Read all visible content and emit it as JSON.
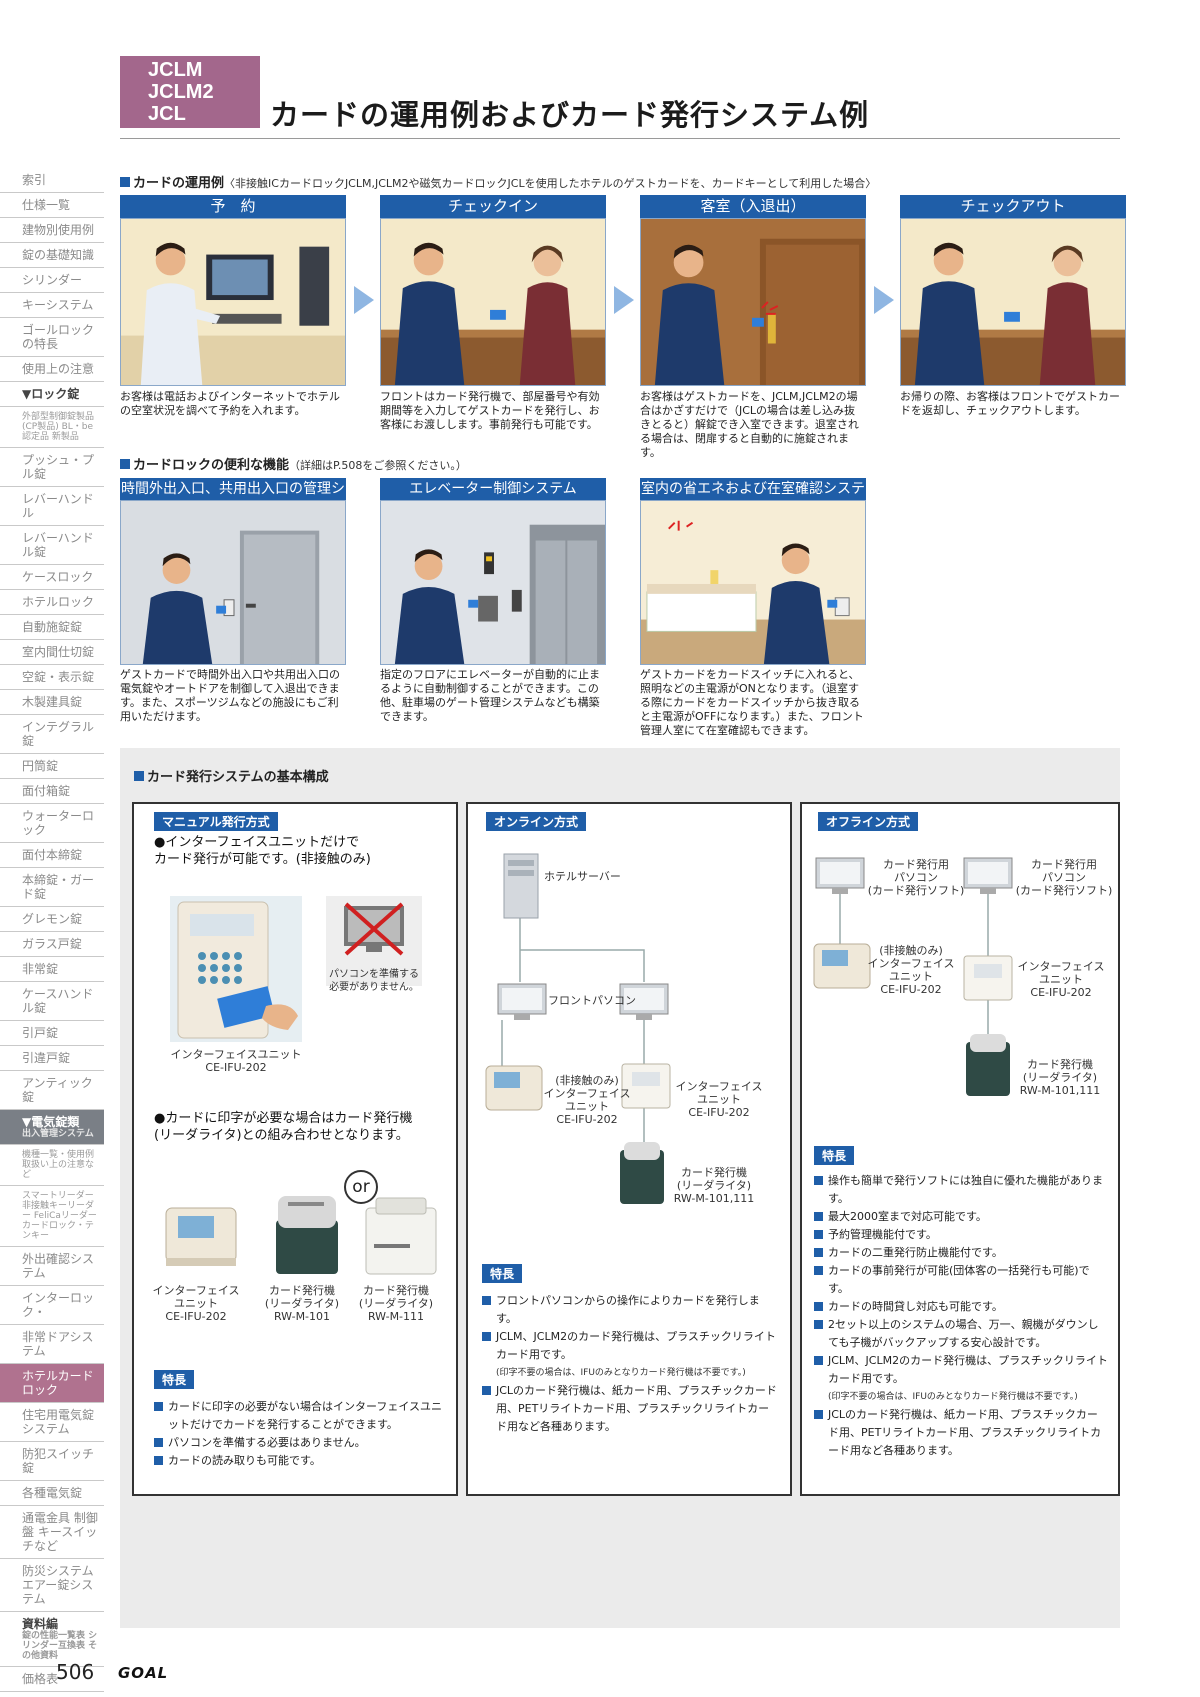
{
  "badge": [
    "JCLM",
    "JCLM2",
    "JCL"
  ],
  "title": "カードの運用例およびカード発行システム例",
  "sidebar": [
    {
      "label": "索引",
      "sub": "",
      "cls": ""
    },
    {
      "label": "仕様一覧",
      "sub": "",
      "cls": ""
    },
    {
      "label": "建物別使用例",
      "sub": "",
      "cls": ""
    },
    {
      "label": "錠の基礎知識",
      "sub": "",
      "cls": ""
    },
    {
      "label": "シリンダー",
      "sub": "",
      "cls": ""
    },
    {
      "label": "キーシステム",
      "sub": "",
      "cls": ""
    },
    {
      "label": "ゴールロックの特長",
      "sub": "",
      "cls": ""
    },
    {
      "label": "使用上の注意",
      "sub": "",
      "cls": ""
    },
    {
      "label": "▼ロック錠",
      "sub": "",
      "cls": "hdr"
    },
    {
      "label": "",
      "sub": "外部型制御錠製品 (CP製品) BL・be認定品 新製品",
      "cls": ""
    },
    {
      "label": "プッシュ・プル錠",
      "sub": "",
      "cls": ""
    },
    {
      "label": "レバーハンドル",
      "sub": "",
      "cls": ""
    },
    {
      "label": "レバーハンドル錠",
      "sub": "",
      "cls": ""
    },
    {
      "label": "ケースロック",
      "sub": "",
      "cls": ""
    },
    {
      "label": "ホテルロック",
      "sub": "",
      "cls": ""
    },
    {
      "label": "自動施錠錠",
      "sub": "",
      "cls": ""
    },
    {
      "label": "室内間仕切錠",
      "sub": "",
      "cls": ""
    },
    {
      "label": "空錠・表示錠",
      "sub": "",
      "cls": ""
    },
    {
      "label": "木製建具錠",
      "sub": "",
      "cls": ""
    },
    {
      "label": "インテグラル錠",
      "sub": "",
      "cls": ""
    },
    {
      "label": "円筒錠",
      "sub": "",
      "cls": ""
    },
    {
      "label": "面付箱錠",
      "sub": "",
      "cls": ""
    },
    {
      "label": "ウォーターロック",
      "sub": "",
      "cls": ""
    },
    {
      "label": "面付本締錠",
      "sub": "",
      "cls": ""
    },
    {
      "label": "本締錠・ガード錠",
      "sub": "",
      "cls": ""
    },
    {
      "label": "グレモン錠",
      "sub": "",
      "cls": ""
    },
    {
      "label": "ガラス戸錠",
      "sub": "",
      "cls": ""
    },
    {
      "label": "非常錠",
      "sub": "",
      "cls": ""
    },
    {
      "label": "ケースハンドル錠",
      "sub": "",
      "cls": ""
    },
    {
      "label": "引戸錠",
      "sub": "",
      "cls": ""
    },
    {
      "label": "引違戸錠",
      "sub": "",
      "cls": ""
    },
    {
      "label": "アンティック錠",
      "sub": "",
      "cls": ""
    },
    {
      "label": "▼電気錠類",
      "sub": "出入管理システム",
      "cls": "hdr2"
    },
    {
      "label": "",
      "sub": "機種一覧・使用例 取扱い上の注意など",
      "cls": ""
    },
    {
      "label": "",
      "sub": "スマートリーダー 非接触キーリーダー FeliCaリーダー カードロック・テンキー",
      "cls": ""
    },
    {
      "label": "外出確認システム",
      "sub": "",
      "cls": ""
    },
    {
      "label": "インターロック・",
      "sub": "",
      "cls": ""
    },
    {
      "label": "非常ドアシステム",
      "sub": "",
      "cls": ""
    },
    {
      "label": "ホテルカードロック",
      "sub": "",
      "cls": "active"
    },
    {
      "label": "住宅用電気錠システム",
      "sub": "",
      "cls": ""
    },
    {
      "label": "防犯スイッチ錠",
      "sub": "",
      "cls": ""
    },
    {
      "label": "各種電気錠",
      "sub": "",
      "cls": ""
    },
    {
      "label": "通電金具 制御盤 キースイッチなど",
      "sub": "",
      "cls": ""
    },
    {
      "label": "防災システム エアー錠システム",
      "sub": "",
      "cls": ""
    },
    {
      "label": "資料編",
      "sub": "錠の性能一覧表 シリンダー互換表 その他資料",
      "cls": "hdr"
    },
    {
      "label": "価格表",
      "sub": "",
      "cls": ""
    }
  ],
  "section1": {
    "label": "カードの運用例",
    "note": "〈非接触ICカードロックJCLM,JCLM2や磁気カードロックJCLを使用したホテルのゲストカードを、カードキーとして利用した場合〉"
  },
  "steps": [
    {
      "title": "予　約",
      "text": "お客様は電話およびインターネットでホテルの空室状況を調べて予約を入れます。"
    },
    {
      "title": "チェックイン",
      "text": "フロントはカード発行機で、部屋番号や有効期間等を入力してゲストカードを発行し、お客様にお渡しします。事前発行も可能です。"
    },
    {
      "title": "客室（入退出）",
      "text": "お客様はゲストカードを、JCLM,JCLM2の場合はかざすだけで（JCLの場合は差し込み抜きとると）解錠でき入室できます。退室される場合は、閉扉すると自動的に施錠されます。"
    },
    {
      "title": "チェックアウト",
      "text": "お帰りの際、お客様はフロントでゲストカードを返却し、チェックアウトします。"
    }
  ],
  "section2": {
    "label": "カードロックの便利な機能",
    "note": "（詳細はP.508をご参照ください。）"
  },
  "functions": [
    {
      "title": "時間外出入口、共用出入口の管理システム",
      "text": "ゲストカードで時間外出入口や共用出入口の電気錠やオートドアを制御して入退出できます。また、スポーツジムなどの施設にもご利用いただけます。"
    },
    {
      "title": "エレベーター制御システム",
      "text": "指定のフロアにエレベーターが自動的に止まるように自動制御することができます。この他、駐車場のゲート管理システムなども構築できます。"
    },
    {
      "title": "室内の省エネおよび在室確認システム",
      "text": "ゲストカードをカードスイッチに入れると、照明などの主電源がONとなります。（退室する際にカードをカードスイッチから抜き取ると主電源がOFFになります。）また、フロント管理人室にて在室確認もできます。"
    }
  ],
  "section3": {
    "label": "カード発行システムの基本構成"
  },
  "manual": {
    "tag": "マニュアル発行方式",
    "lead": "●インターフェイスユニットだけで\nカード発行が可能です。(非接触のみ)",
    "nopc": "パソコンを準備する\n必要がありません。",
    "ifu_caption": "インターフェイスユニット\nCE-IFU-202",
    "lead2": "●カードに印字が必要な場合はカード発行機\n(リーダライタ)との組み合わせとなります。",
    "or": "or",
    "dev1": "インターフェイス\nユニット\nCE-IFU-202",
    "dev2": "カード発行機\n(リーダライタ)\nRW-M-101",
    "dev3": "カード発行機\n(リーダライタ)\nRW-M-111",
    "feat_tag": "特長",
    "features": [
      "カードに印字の必要がない場合はインターフェイスユニットだけでカードを発行することができます。",
      "パソコンを準備する必要はありません。",
      "カードの読み取りも可能です。"
    ]
  },
  "online": {
    "tag": "オンライン方式",
    "server": "ホテルサーバー",
    "front_pc": "フロントパソコン",
    "ifu_left": "(非接触のみ)\nインターフェイス\nユニット\nCE-IFU-202",
    "ifu_right": "インターフェイス\nユニット\nCE-IFU-202",
    "rw": "カード発行機\n(リーダライタ)\nRW-M-101,111",
    "feat_tag": "特長",
    "features": [
      "フロントパソコンからの操作によりカードを発行します。",
      "JCLM、JCLM2のカード発行機は、プラスチックリライトカード用です。",
      "JCLのカード発行機は、紙カード用、プラスチックカード用、PETリライトカード用、プラスチックリライトカード用など各種あります。"
    ],
    "footnote": "(印字不要の場合は、IFUのみとなりカード発行機は不要です。)"
  },
  "offline": {
    "tag": "オフライン方式",
    "pc_left": "カード発行用\nパソコン\n(カード発行ソフト)",
    "pc_right": "カード発行用\nパソコン\n(カード発行ソフト)",
    "ifu_left": "(非接触のみ)\nインターフェイス\nユニット\nCE-IFU-202",
    "ifu_right": "インターフェイス\nユニット\nCE-IFU-202",
    "rw": "カード発行機\n(リーダライタ)\nRW-M-101,111",
    "feat_tag": "特長",
    "features": [
      "操作も簡単で発行ソフトには独自に優れた機能があります。",
      "最大2000室まで対応可能です。",
      "予約管理機能付です。",
      "カードの二重発行防止機能付です。",
      "カードの事前発行が可能(団体客の一括発行も可能)です。",
      "カードの時間貸し対応も可能です。",
      "2セット以上のシステムの場合、万一、親機がダウンしても子機がバックアップする安心設計です。",
      "JCLM、JCLM2のカード発行機は、プラスチックリライトカード用です。",
      "JCLのカード発行機は、紙カード用、プラスチックカード用、PETリライトカード用、プラスチックリライトカード用など各種あります。"
    ],
    "footnote": "(印字不要の場合は、IFUのみとなりカード発行機は不要です。)"
  },
  "footer": {
    "page": "506",
    "brand": "GOAL"
  }
}
